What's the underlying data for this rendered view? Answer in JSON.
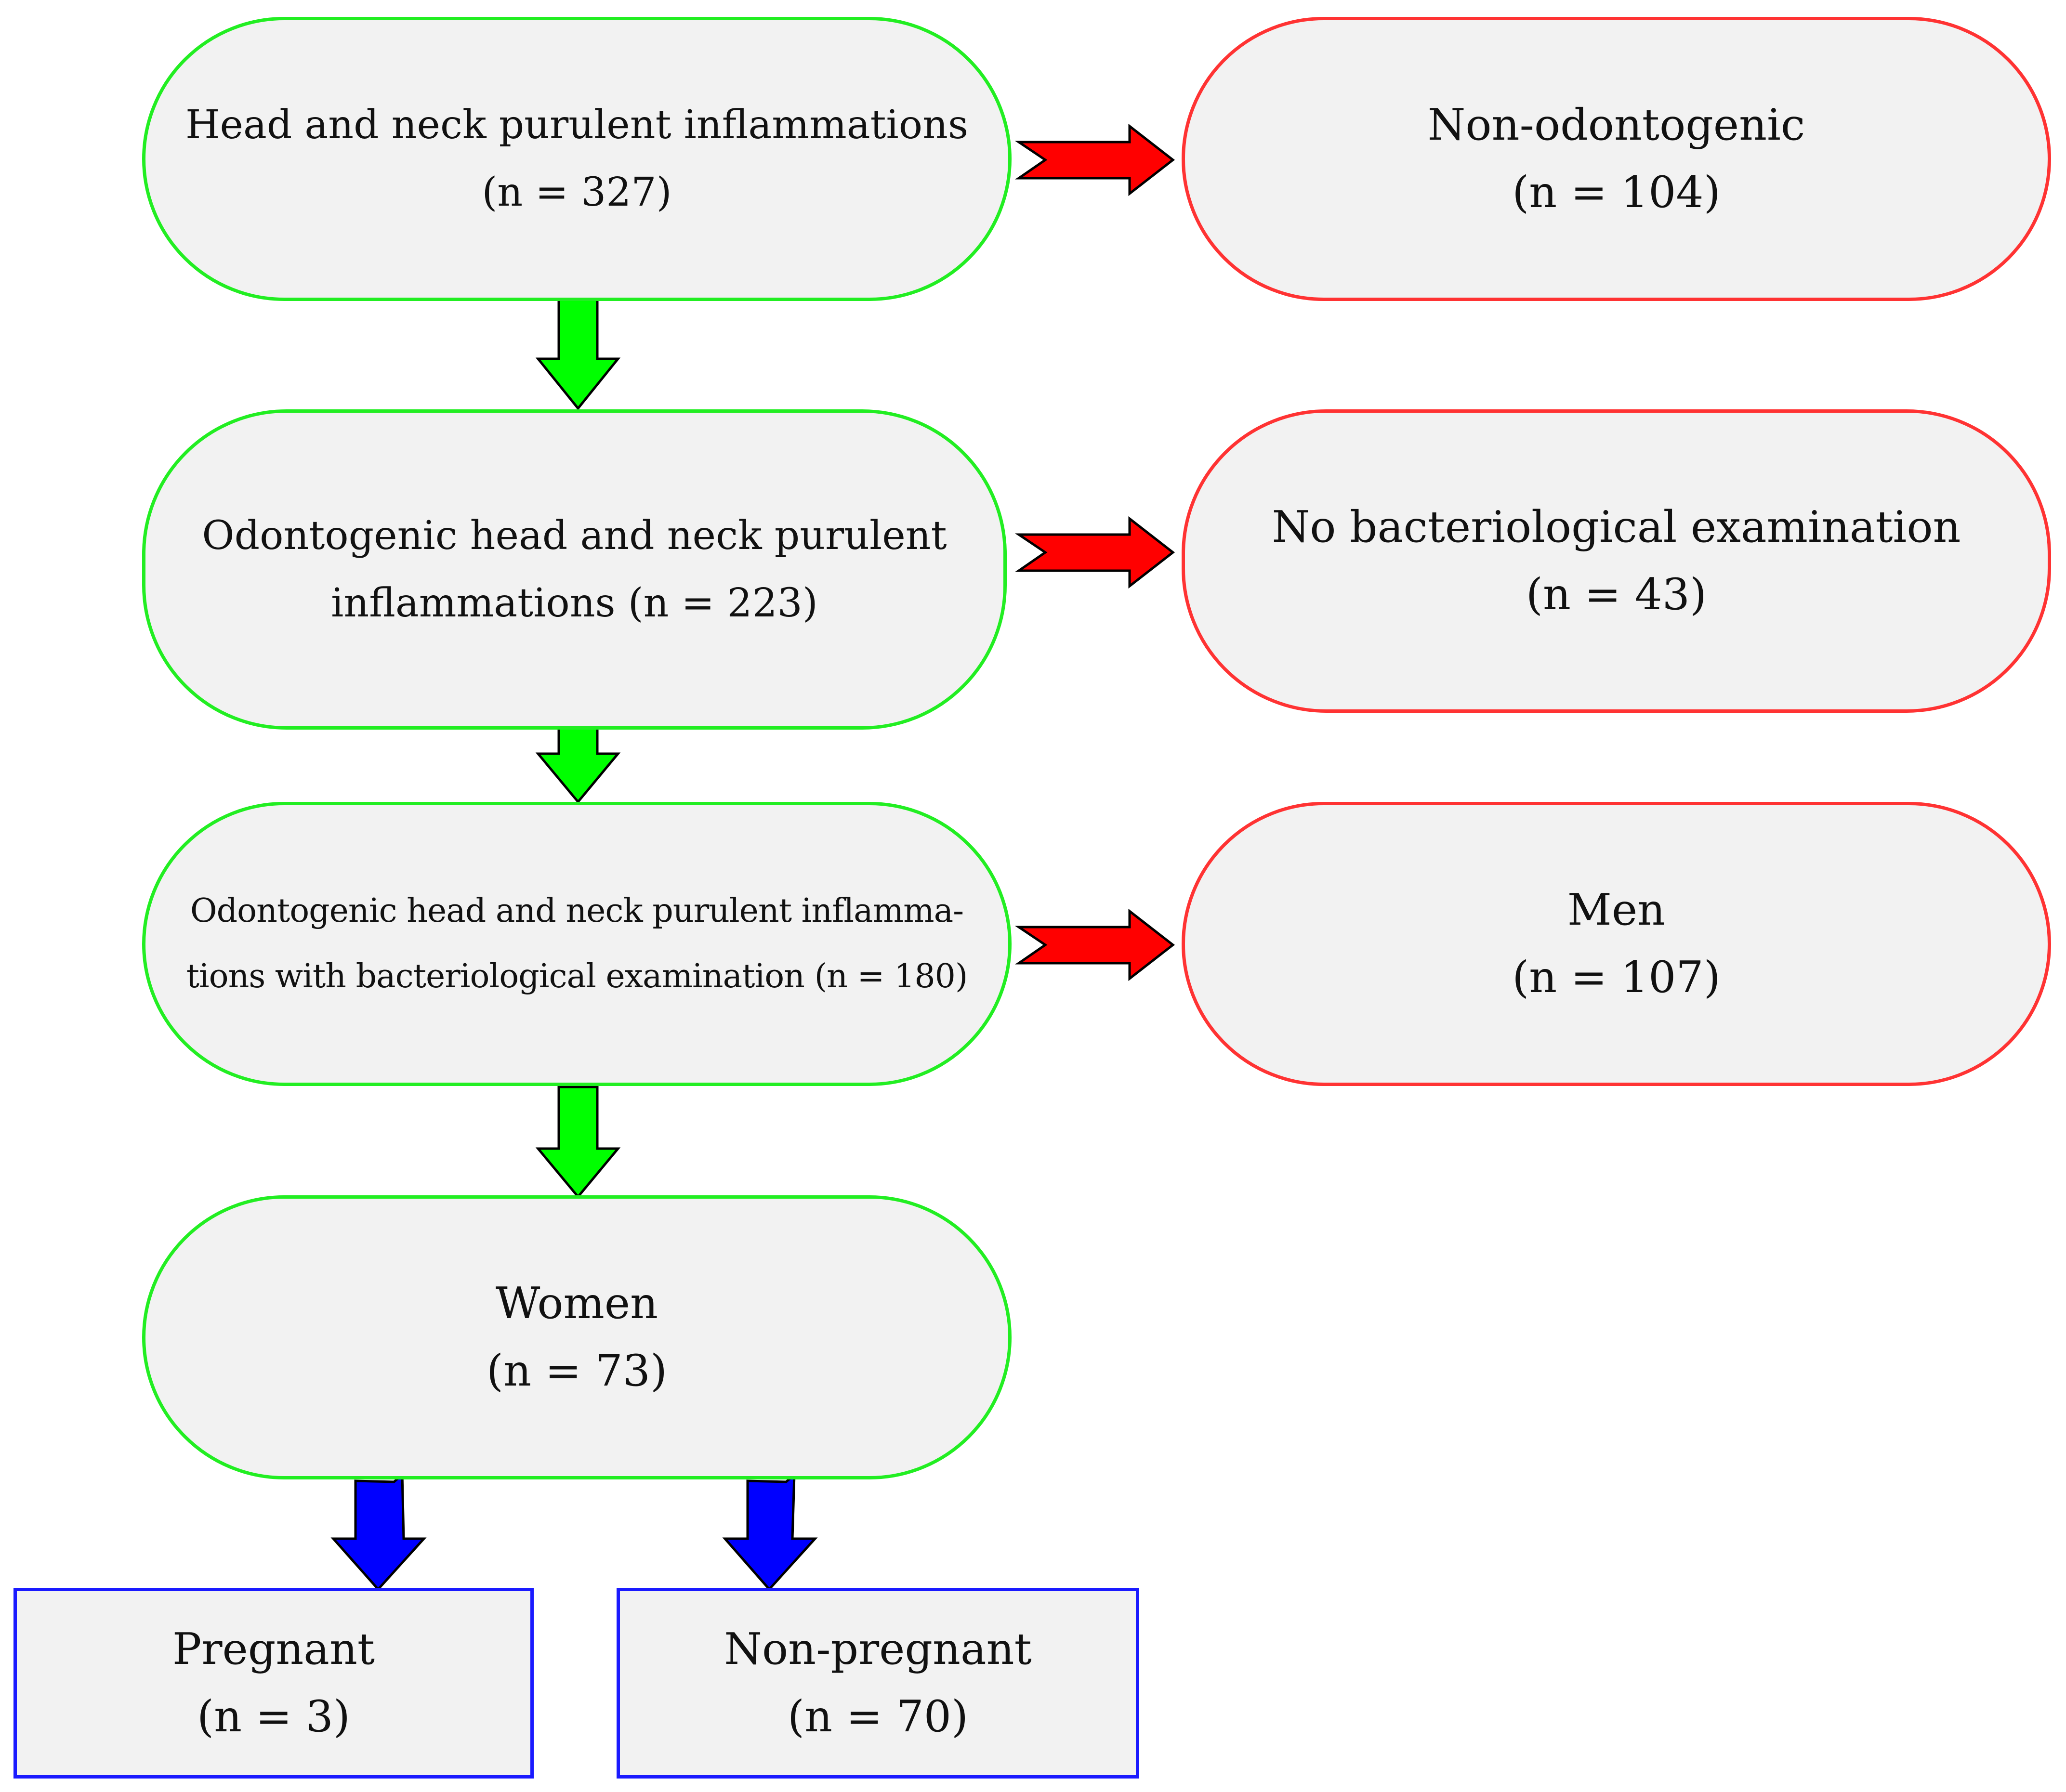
{
  "nodes": {
    "head_neck": {
      "line1": "Head and neck purulent inflammations",
      "line2": "(n = 327)"
    },
    "odontogenic": {
      "line1": "Odontogenic head and neck purulent",
      "line2": "inflammations (n = 223)"
    },
    "odontogenic_bact": {
      "line1": "Odontogenic head and neck purulent inflamma-",
      "line2": "tions with bacteriological examination (n = 180)"
    },
    "women": {
      "line1": "Women",
      "line2": "(n = 73)"
    },
    "non_odontogenic": {
      "line1": "Non-odontogenic",
      "line2": "(n = 104)"
    },
    "no_bact": {
      "line1": "No bacteriological examination",
      "line2": "(n = 43)"
    },
    "men": {
      "line1": "Men",
      "line2": "(n = 107)"
    },
    "pregnant": {
      "line1": "Pregnant",
      "line2": "(n = 3)"
    },
    "non_pregnant": {
      "line1": "Non-pregnant",
      "line2": "(n = 70)"
    }
  },
  "colors": {
    "include_border": "#22ee22",
    "exclude_border": "#ff3333",
    "split_border": "#1a1aff",
    "box_fill": "#f2f2f2",
    "arrow_down": "#00ff00",
    "arrow_right": "#ff0000",
    "arrow_split": "#0000ff"
  }
}
